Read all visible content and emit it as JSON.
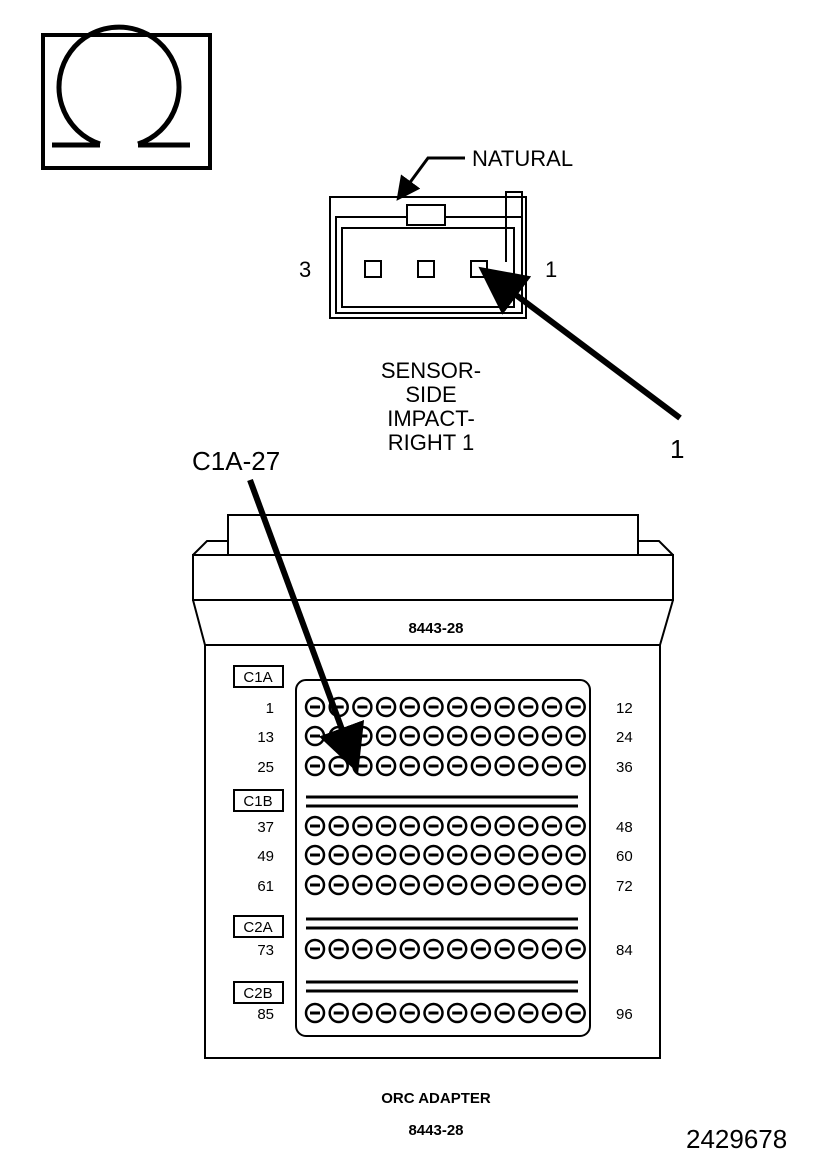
{
  "ohm_symbol": "Ω",
  "connector": {
    "color_label": "NATURAL",
    "pin_left": "3",
    "pin_right": "1",
    "name_lines": [
      "SENSOR-",
      "SIDE",
      "IMPACT-",
      "RIGHT 1"
    ],
    "callout": "1"
  },
  "adapter": {
    "callout": "C1A-27",
    "part_top": "8443-28",
    "groups": [
      {
        "label": "C1A",
        "rows": [
          {
            "start": "1",
            "end": "12"
          },
          {
            "start": "13",
            "end": "24"
          },
          {
            "start": "25",
            "end": "36"
          }
        ]
      },
      {
        "label": "C1B",
        "rows": [
          {
            "start": "37",
            "end": "48"
          },
          {
            "start": "49",
            "end": "60"
          },
          {
            "start": "61",
            "end": "72"
          }
        ]
      },
      {
        "label": "C2A",
        "rows": [
          {
            "start": "73",
            "end": "84"
          }
        ]
      },
      {
        "label": "C2B",
        "rows": [
          {
            "start": "85",
            "end": "96"
          }
        ]
      }
    ],
    "caption": "ORC ADAPTER",
    "caption_part": "8443-28"
  },
  "figure_id": "2429678"
}
